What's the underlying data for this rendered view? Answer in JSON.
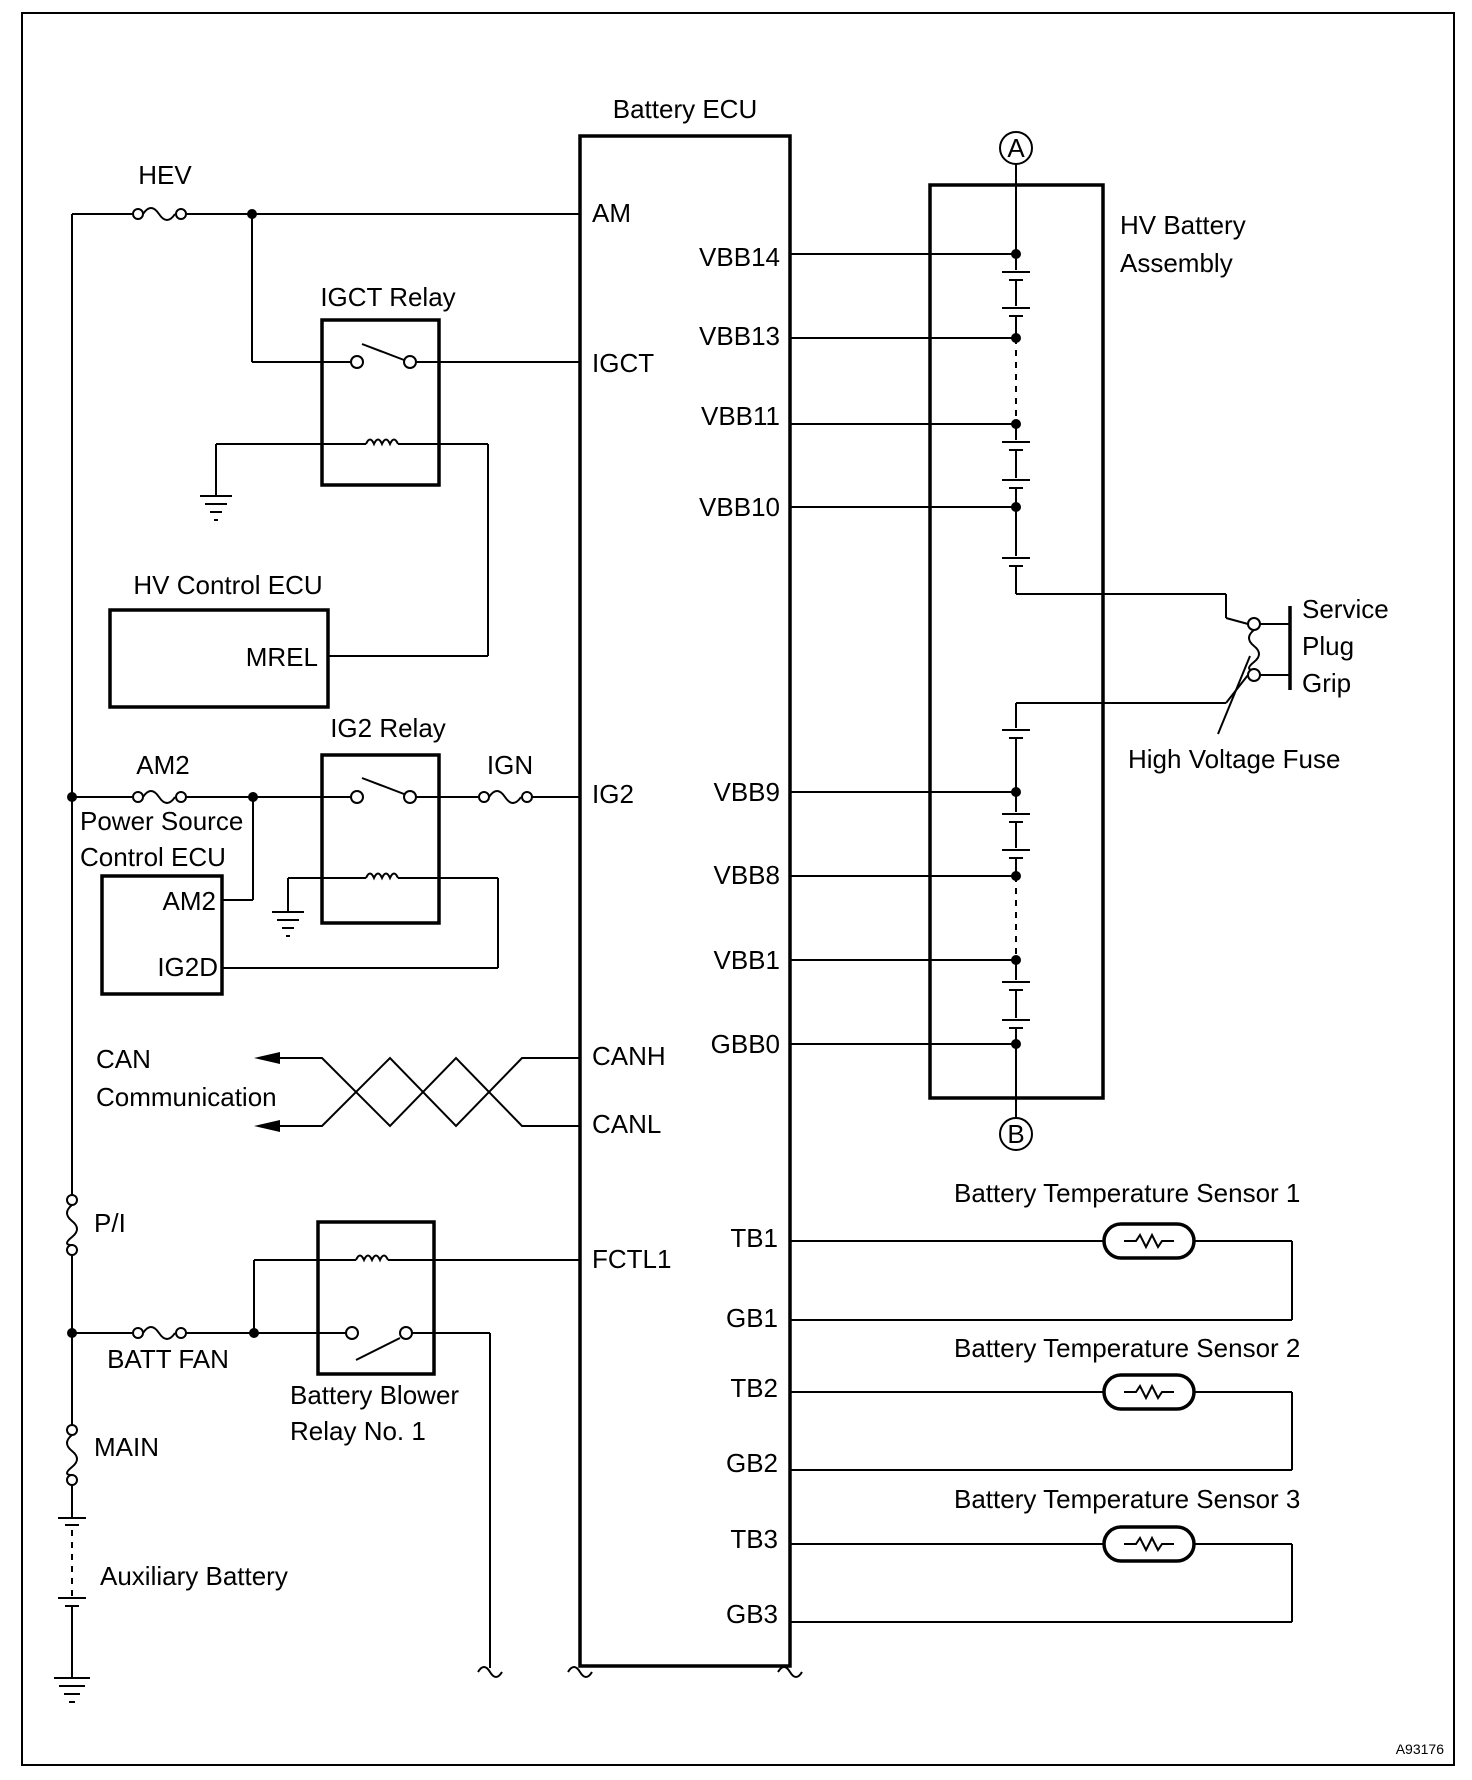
{
  "diagram": {
    "ecu_title": "Battery ECU",
    "ecu_pins_left": {
      "am": "AM",
      "igct": "IGCT",
      "ig2": "IG2",
      "canh": "CANH",
      "canl": "CANL",
      "fctl1": "FCTL1"
    },
    "ecu_pins_right": {
      "vbb14": "VBB14",
      "vbb13": "VBB13",
      "vbb11": "VBB11",
      "vbb10": "VBB10",
      "vbb9": "VBB9",
      "vbb8": "VBB8",
      "vbb1": "VBB1",
      "gbb0": "GBB0",
      "tb1": "TB1",
      "gb1": "GB1",
      "tb2": "TB2",
      "gb2": "GB2",
      "tb3": "TB3",
      "gb3": "GB3"
    },
    "fuses": {
      "hev": "HEV",
      "am2": "AM2",
      "ign": "IGN",
      "pi": "P/I",
      "batt_fan": "BATT FAN",
      "main": "MAIN"
    },
    "relays": {
      "igct": "IGCT Relay",
      "ig2": "IG2 Relay",
      "blower_line1": "Battery Blower",
      "blower_line2": "Relay No. 1"
    },
    "hv_control_ecu": {
      "title": "HV Control ECU",
      "pin": "MREL"
    },
    "power_source_ecu": {
      "line1": "Power Source",
      "line2": "Control ECU",
      "pin_am2": "AM2",
      "pin_ig2d": "IG2D"
    },
    "can": {
      "line1": "CAN",
      "line2": "Communication"
    },
    "aux_battery": "Auxiliary Battery",
    "hv_battery": {
      "line1": "HV Battery",
      "line2": "Assembly",
      "connector_a": "A",
      "connector_b": "B"
    },
    "service_plug": {
      "line1": "Service",
      "line2": "Plug",
      "line3": "Grip",
      "fuse": "High Voltage Fuse"
    },
    "sensors": {
      "s1": "Battery Temperature Sensor 1",
      "s2": "Battery Temperature Sensor 2",
      "s3": "Battery Temperature Sensor 3"
    },
    "figure_code": "A93176"
  }
}
